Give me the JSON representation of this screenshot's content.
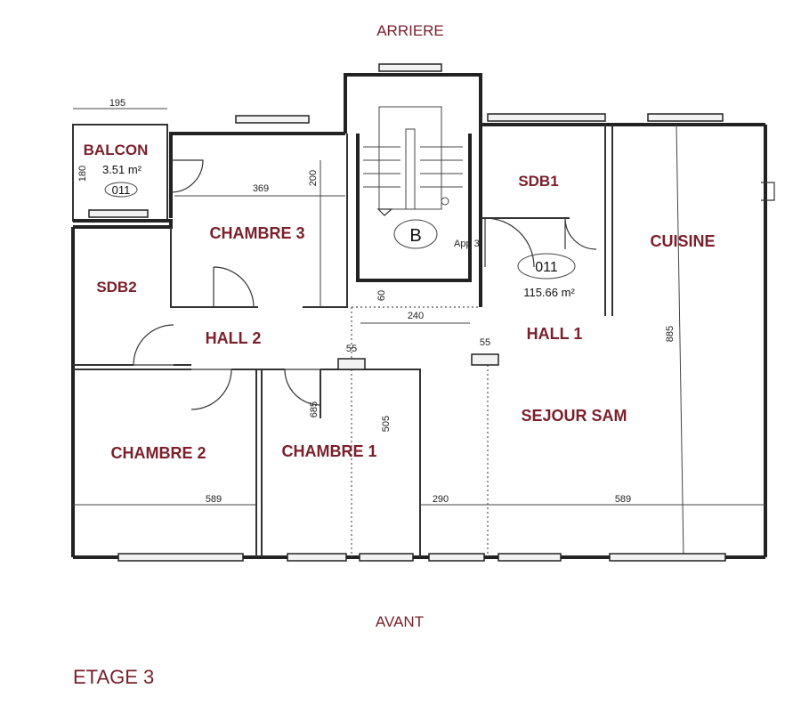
{
  "orientation": {
    "top": "ARRIERE",
    "bottom": "AVANT"
  },
  "floor_label": "ETAGE 3",
  "rooms": {
    "balcon": "BALCON",
    "chambre3": "CHAMBRE 3",
    "sdb2": "SDB2",
    "hall2": "HALL 2",
    "chambre2": "CHAMBRE 2",
    "chambre1": "CHAMBRE 1",
    "sdb1": "SDB1",
    "cuisine": "CUISINE",
    "hall1": "HALL 1",
    "sejour": "SEJOUR SAM"
  },
  "balcony": {
    "area": "3.51 m²",
    "code": "011"
  },
  "apartment": {
    "code": "011",
    "area": "115.66 m²",
    "label": "App 3"
  },
  "stair_letter": "B",
  "dimensions": {
    "balcony_width": "195",
    "balcony_depth": "180",
    "chambre3_width": "369",
    "chambre3_depth": "200",
    "corridor_width": "240",
    "corridor_depth": "60",
    "niche_left": "55",
    "niche_right": "55",
    "chambre1_depth": "685",
    "corridor_length": "505",
    "chambre2_width": "589",
    "center_width": "290",
    "sejour_width": "589",
    "cuisine_depth": "885"
  }
}
